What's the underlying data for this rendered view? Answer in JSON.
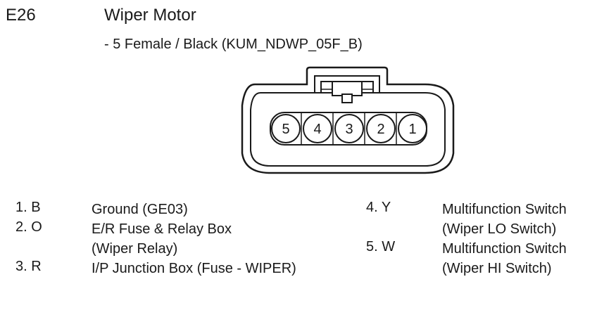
{
  "header": {
    "code": "E26",
    "title": "Wiper Motor",
    "subtitle": "- 5 Female / Black (KUM_NDWP_05F_B)"
  },
  "connector": {
    "cavity_labels": [
      "5",
      "4",
      "3",
      "2",
      "1"
    ]
  },
  "pins": [
    {
      "num": "1. B",
      "lines": [
        "Ground (GE03)"
      ]
    },
    {
      "num": "2. O",
      "lines": [
        "E/R Fuse & Relay Box",
        "(Wiper Relay)"
      ]
    },
    {
      "num": "3. R",
      "lines": [
        "I/P Junction Box (Fuse - WIPER)"
      ]
    },
    {
      "num": "4. Y",
      "lines": [
        "Multifunction Switch",
        "(Wiper LO Switch)"
      ]
    },
    {
      "num": "5. W",
      "lines": [
        "Multifunction Switch",
        "(Wiper HI Switch)"
      ]
    }
  ]
}
